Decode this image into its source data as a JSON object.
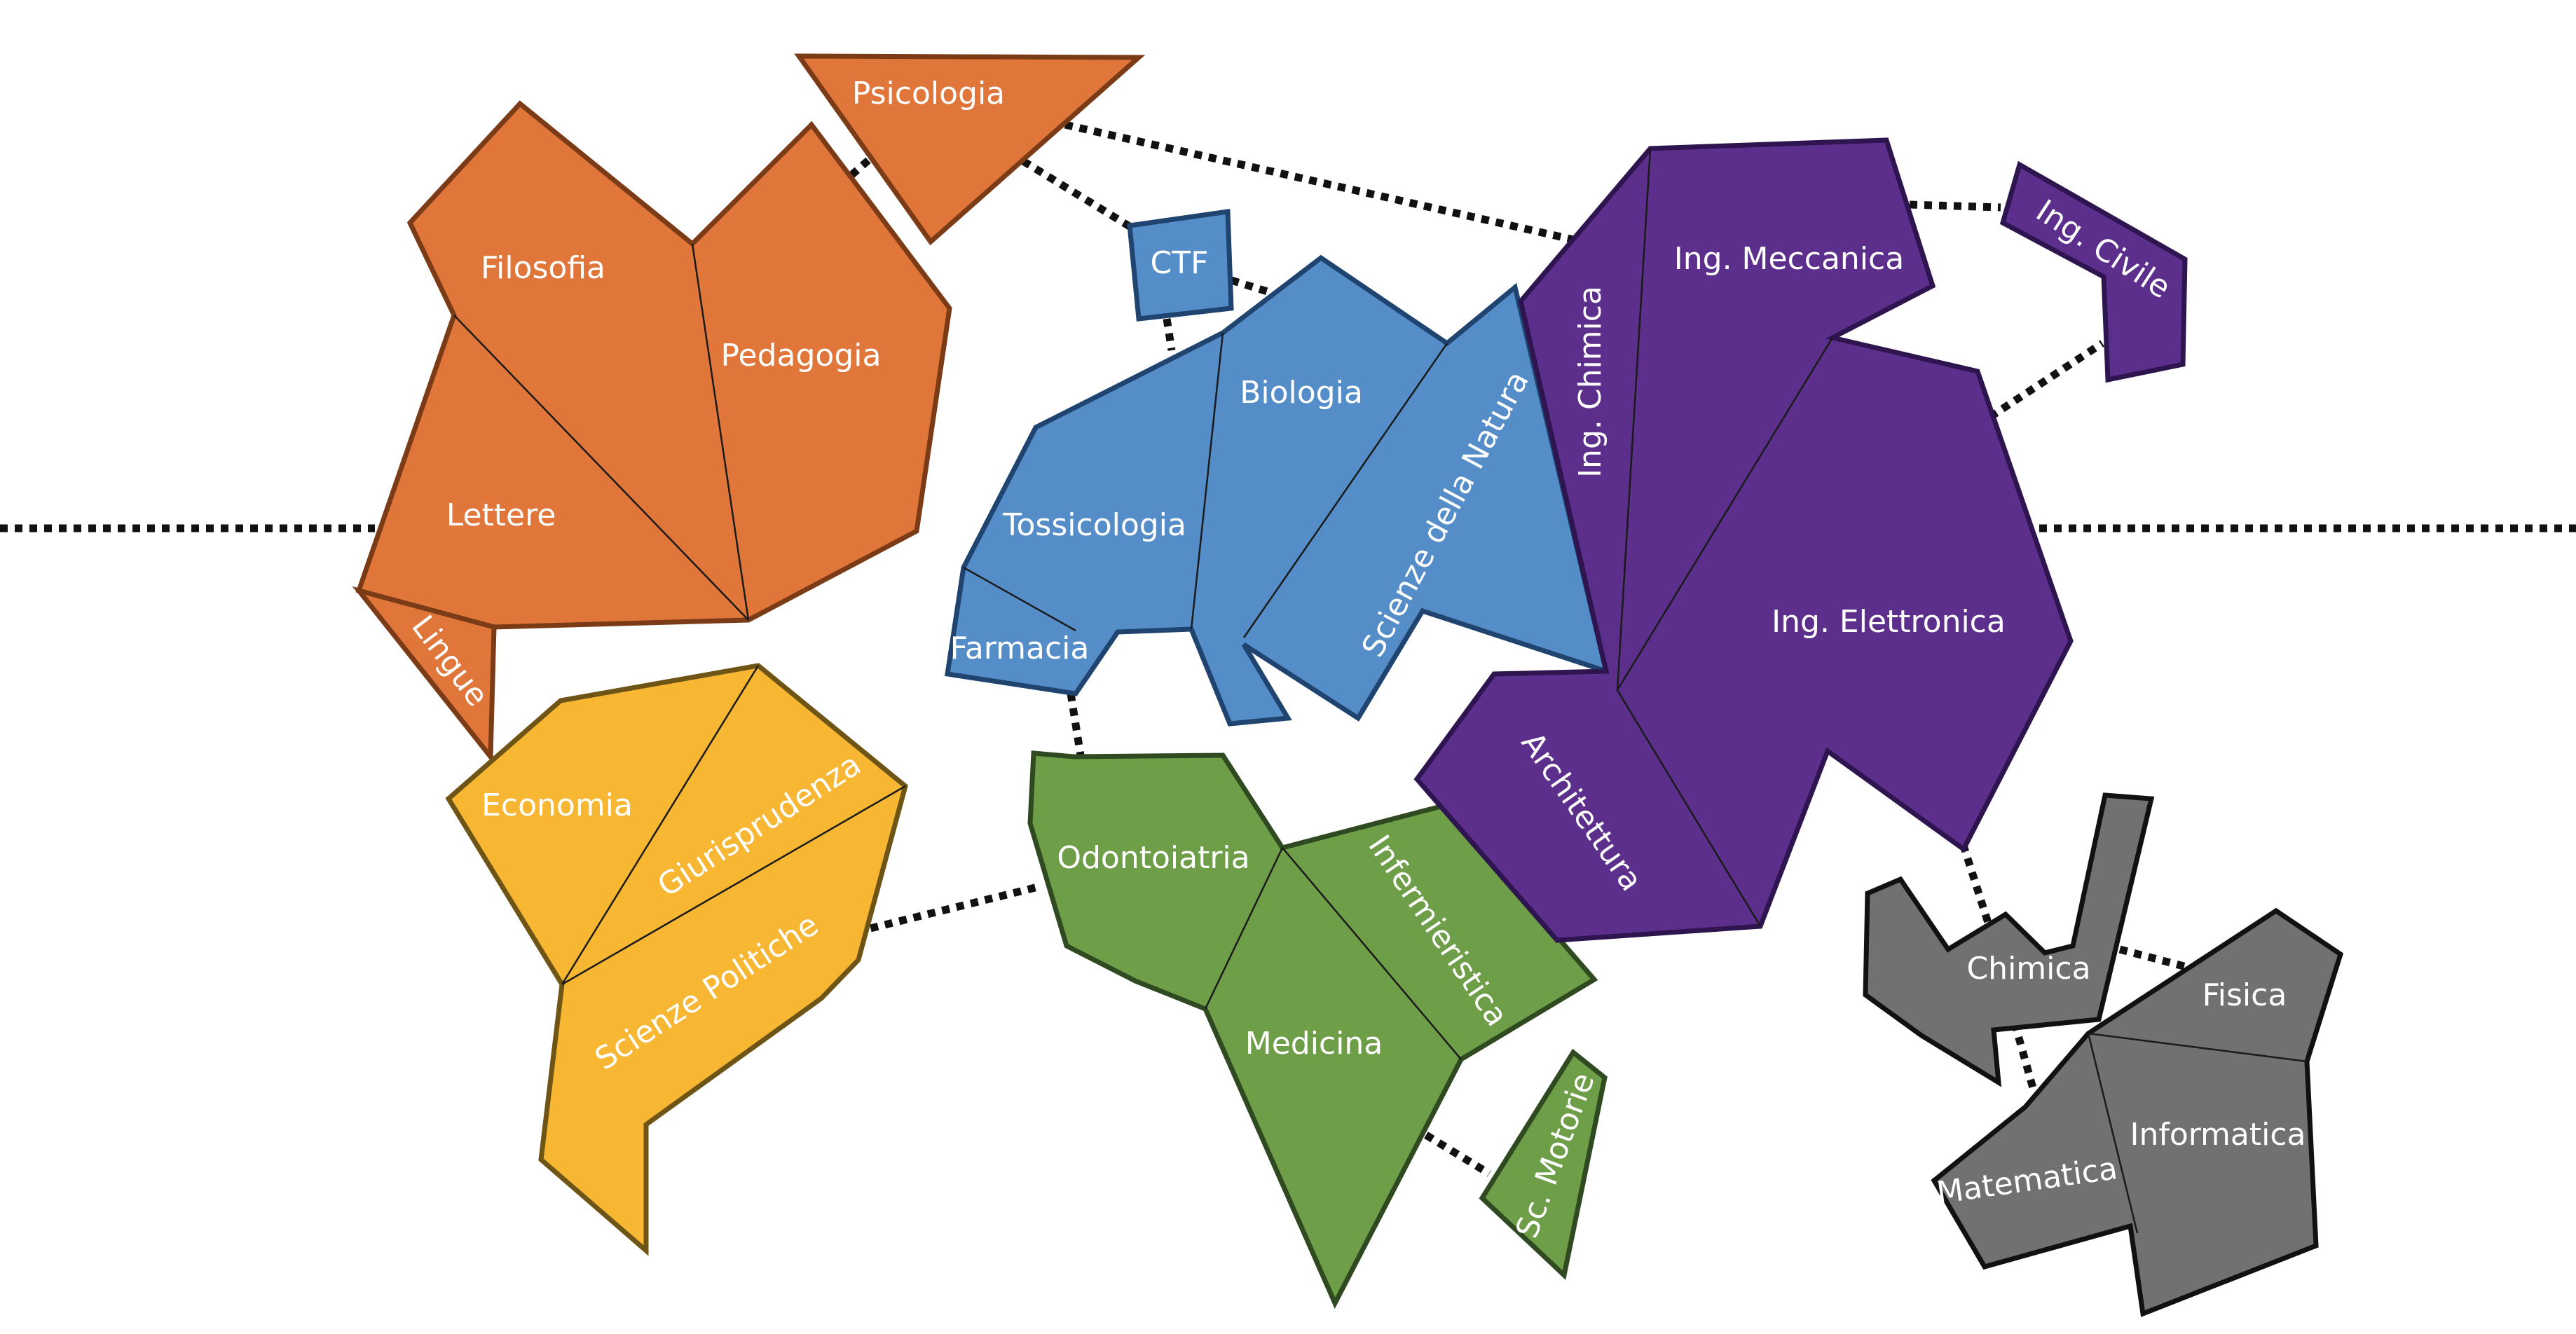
{
  "colors": {
    "humanities": {
      "fill": "#E0763A",
      "stroke": "#7A3B16"
    },
    "economics": {
      "fill": "#F7B733",
      "stroke": "#6E5516"
    },
    "bio": {
      "fill": "#548DC8",
      "stroke": "#1F4470"
    },
    "medical": {
      "fill": "#6E9E48",
      "stroke": "#2F4A20"
    },
    "engineering": {
      "fill": "#5C2F8C",
      "stroke": "#2E1550"
    },
    "science": {
      "fill": "#717171",
      "stroke": "#111111"
    }
  },
  "labels": {
    "psicologia": "Psicologia",
    "filosofia": "Filosofia",
    "pedagogia": "Pedagogia",
    "lettere": "Lettere",
    "lingue": "Lingue",
    "economia": "Economia",
    "giurisprudenza": "Giurisprudenza",
    "scienze_politiche": "Scienze Politiche",
    "ctf": "CTF",
    "biologia": "Biologia",
    "scienze_natura": "Scienze della Natura",
    "tossicologia": "Tossicologia",
    "farmacia": "Farmacia",
    "odontoiatria": "Odontoiatria",
    "infermieristica": "Infermieristica",
    "medicina": "Medicina",
    "sc_motorie": "Sc. Motorie",
    "ing_chimica": "Ing. Chimica",
    "ing_meccanica": "Ing. Meccanica",
    "ing_civile": "Ing. Civile",
    "ing_elettronica": "Ing. Elettronica",
    "architettura": "Architettura",
    "chimica": "Chimica",
    "fisica": "Fisica",
    "matematica": "Matematica",
    "informatica": "Informatica"
  }
}
